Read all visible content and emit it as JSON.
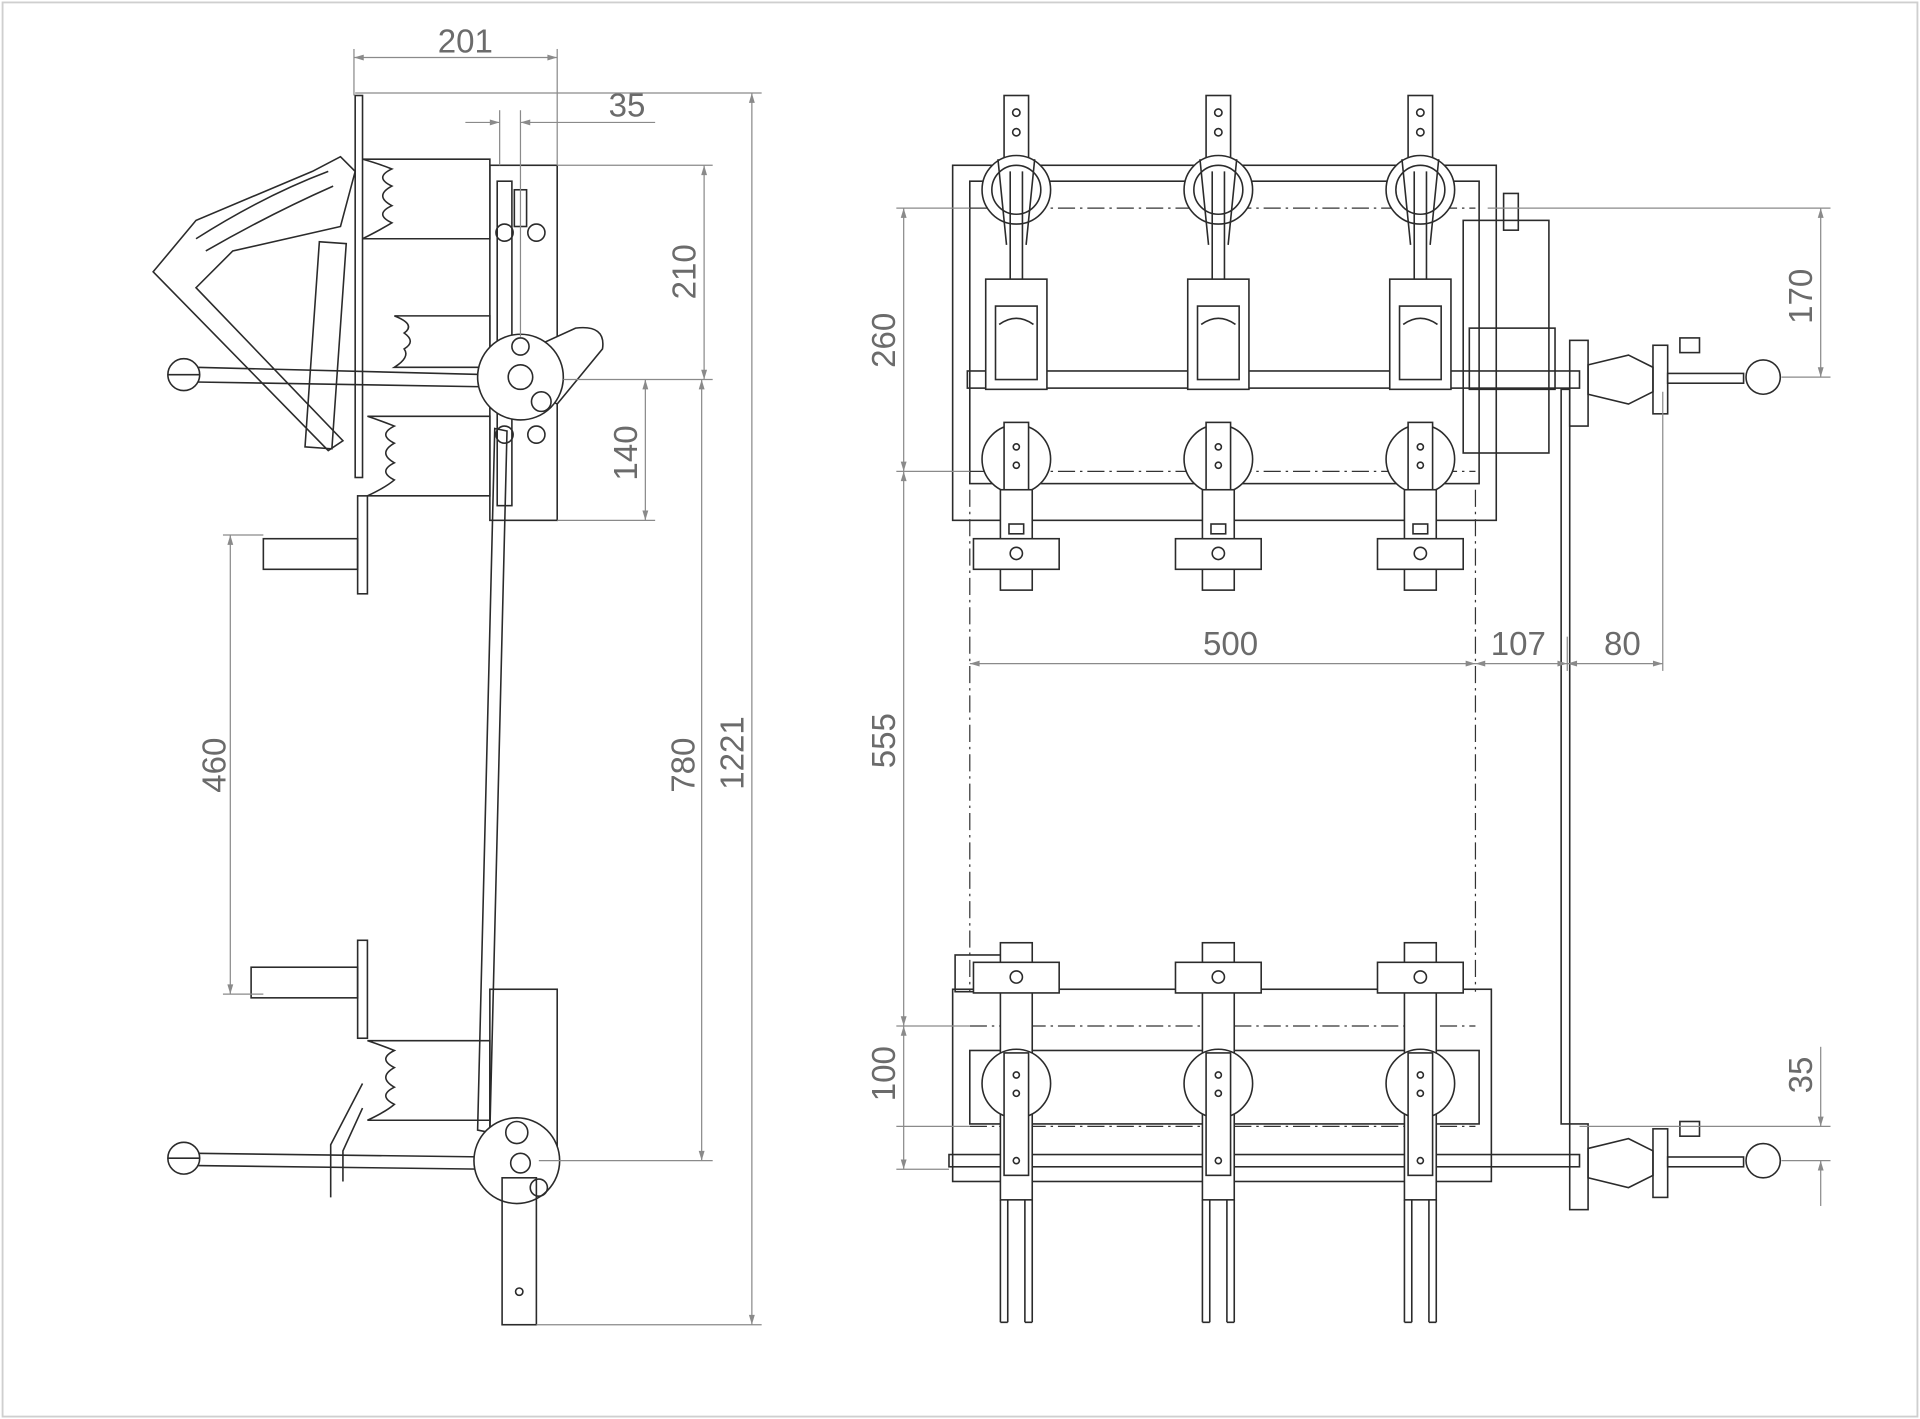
{
  "drawing": {
    "title": "Load break switch - side and front view",
    "side_view": {
      "dimensions": {
        "top_width": "201",
        "offset": "35",
        "upper_height": "210",
        "mid_height": "140",
        "handle_spacing": "460",
        "mount_spacing": "780",
        "overall_height": "1221"
      }
    },
    "front_view": {
      "dimensions": {
        "insulator_span": "260",
        "frame_gap": "555",
        "lower_span": "100",
        "phase_width": "500",
        "shaft_offset": "107",
        "handle_offset": "80",
        "upper_handle_offset": "170",
        "lower_handle_offset": "35"
      }
    },
    "colors": {
      "line": "#2b2b2b",
      "dimension": "#8a8a8a",
      "text": "#6b6b6b"
    }
  }
}
